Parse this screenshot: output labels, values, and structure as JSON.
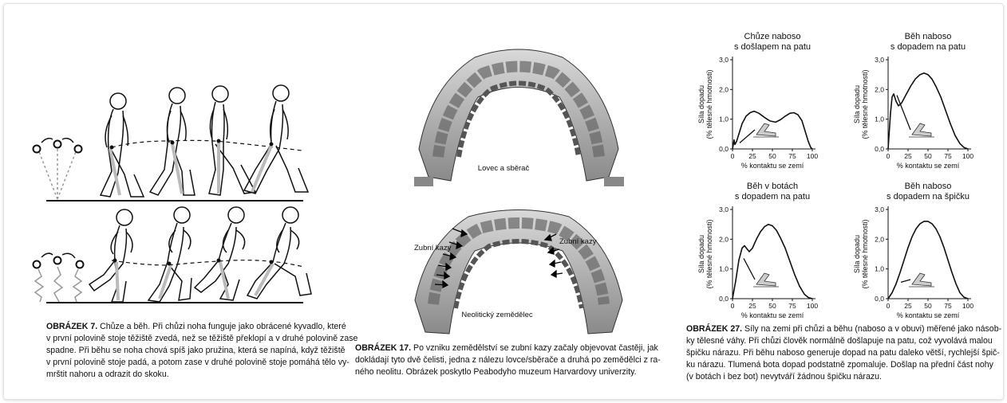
{
  "figure7": {
    "label": "OBRÁZEK 7.",
    "caption_lines": [
      " Chůze a běh. Při chůzi noha funguje jako obrácené kyvadlo, které",
      "v první polovině stoje těžiště zvedá, než se těžiště překlopí a v druhé polovině zase",
      "spadne. Při běhu se noha chová spíš jako pružina, která se napíná, když těžiště",
      "v první polovině stoje padá, a potom zase v druhé polovině stoje pomáhá tělo vy-",
      "mrštit nahoru a odrazit do skoku."
    ]
  },
  "figure17": {
    "label": "OBRÁZEK 17.",
    "caption_lines": [
      " Po vzniku zemědělství se zubní kazy začaly objevovat častěji, jak",
      "dokládají tyto dvě čelisti, jedna z nálezu lovce/sběrače a druhá po zemědělci z ra-",
      "ného neolitu. Obrázek poskytlo Peabodyho muzeum Harvardovy univerzity."
    ],
    "jaw_top_label": "Lovec a sběrač",
    "jaw_bottom_label": "Neolitický zemědělec",
    "caries_label_left": "Zubní kazy",
    "caries_label_right": "Zubní kazy"
  },
  "figure27": {
    "label": "OBRÁZEK 27.",
    "caption_lines": [
      " Síly na zemi při chůzi a běhu (naboso a v obuvi) měřené jako násob-",
      "ky tělesné váhy. Při chůzi člověk normálně došlapuje na patu, což vyvolává malou",
      "špičku nárazu. Při běhu naboso generuje dopad na patu daleko větší, rychlejší špič-",
      "ku nárazu. Tlumená bota dopad podstatně zpomaluje. Došlap na přední část nohy",
      "(v botách i bez bot) nevytváří žádnou špičku nárazu."
    ]
  },
  "chart_data": [
    {
      "type": "line",
      "title_lines": [
        "Chůze naboso",
        "s došlapem na patu"
      ],
      "xlabel": "% kontaktu se zemí",
      "ylabel_lines": [
        "Síla dopadu",
        "(% tělesné hmotnosti)"
      ],
      "xlim": [
        0,
        100
      ],
      "ylim": [
        0,
        3.0
      ],
      "xticks": [
        0,
        25,
        50,
        75,
        100
      ],
      "yticks": [
        "0,0",
        "1,0",
        "2,0",
        "3,0"
      ],
      "x": [
        0,
        2,
        3,
        5,
        8,
        12,
        17,
        22,
        27,
        33,
        40,
        47,
        54,
        60,
        66,
        72,
        77,
        82,
        87,
        91,
        95,
        98,
        100
      ],
      "y": [
        0,
        0.3,
        0.15,
        0.25,
        0.5,
        0.85,
        1.1,
        1.22,
        1.27,
        1.2,
        1.06,
        0.94,
        0.9,
        0.98,
        1.1,
        1.2,
        1.22,
        1.15,
        0.95,
        0.6,
        0.25,
        0.05,
        0
      ]
    },
    {
      "type": "line",
      "title_lines": [
        "Běh naboso",
        "s dopadem na patu"
      ],
      "xlabel": "% kontaktu se zemí",
      "ylabel_lines": [
        "Síla dopadu",
        "(% tělesné hmotnosti)"
      ],
      "xlim": [
        0,
        100
      ],
      "ylim": [
        0,
        3.0
      ],
      "xticks": [
        0,
        25,
        50,
        75,
        100
      ],
      "yticks": [
        "0,0",
        "1,0",
        "2,0",
        "3,0"
      ],
      "x": [
        0,
        3,
        5,
        7,
        10,
        13,
        17,
        22,
        28,
        34,
        40,
        45,
        50,
        55,
        60,
        66,
        72,
        78,
        84,
        90,
        95,
        100
      ],
      "y": [
        0,
        1.2,
        1.75,
        1.85,
        1.6,
        1.45,
        1.55,
        1.8,
        2.1,
        2.35,
        2.5,
        2.55,
        2.5,
        2.35,
        2.1,
        1.75,
        1.3,
        0.85,
        0.45,
        0.18,
        0.05,
        0
      ]
    },
    {
      "type": "line",
      "title_lines": [
        "Běh v botách",
        "s dopadem na patu"
      ],
      "xlabel": "% kontaktu se zemí",
      "ylabel_lines": [
        "Síla dopadu",
        "(% tělesné hmotnosti)"
      ],
      "xlim": [
        0,
        100
      ],
      "ylim": [
        0,
        3.0
      ],
      "xticks": [
        0,
        25,
        50,
        75,
        100
      ],
      "yticks": [
        "0,0",
        "1,0",
        "2,0",
        "3,0"
      ],
      "x": [
        0,
        4,
        8,
        12,
        15,
        18,
        21,
        25,
        30,
        35,
        40,
        45,
        50,
        55,
        60,
        66,
        72,
        78,
        84,
        90,
        95,
        100
      ],
      "y": [
        0,
        0.6,
        1.3,
        1.7,
        1.78,
        1.68,
        1.58,
        1.7,
        2.0,
        2.25,
        2.42,
        2.5,
        2.45,
        2.3,
        2.05,
        1.7,
        1.25,
        0.8,
        0.42,
        0.15,
        0.04,
        0
      ]
    },
    {
      "type": "line",
      "title_lines": [
        "Běh naboso",
        "s dopadem na špičku"
      ],
      "xlabel": "% kontaktu se zemí",
      "ylabel_lines": [
        "Síla dopadu",
        "(% tělesné hmotnosti)"
      ],
      "xlim": [
        0,
        100
      ],
      "ylim": [
        0,
        3.0
      ],
      "xticks": [
        0,
        25,
        50,
        75,
        100
      ],
      "yticks": [
        "0,0",
        "1,0",
        "2,0",
        "3,0"
      ],
      "x": [
        0,
        5,
        10,
        15,
        20,
        25,
        30,
        35,
        40,
        45,
        50,
        55,
        60,
        65,
        70,
        75,
        80,
        85,
        90,
        95,
        100
      ],
      "y": [
        0,
        0.2,
        0.5,
        0.88,
        1.3,
        1.72,
        2.08,
        2.35,
        2.52,
        2.6,
        2.6,
        2.52,
        2.35,
        2.08,
        1.72,
        1.3,
        0.88,
        0.5,
        0.2,
        0.05,
        0
      ]
    }
  ]
}
